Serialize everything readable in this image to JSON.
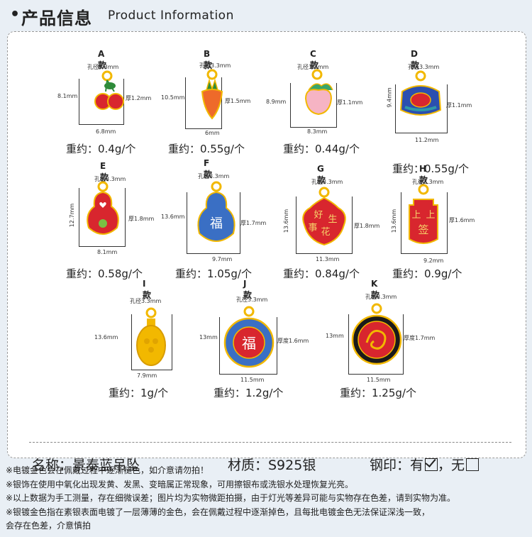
{
  "header": {
    "bullet": "•",
    "title_cn": "产品信息",
    "title_en": "Product Information"
  },
  "items": [
    {
      "code": "A款",
      "hole": "孔径3.3mm",
      "height": "8.1mm",
      "width": "6.8mm",
      "thickness": "厚1.2mm",
      "weight": "重约：0.4g/个"
    },
    {
      "code": "B款",
      "hole": "孔径3.3mm",
      "height": "10.5mm",
      "width": "6mm",
      "thickness": "厚1.5mm",
      "weight": "重约：0.55g/个"
    },
    {
      "code": "C款",
      "hole": "孔径3.3mm",
      "height": "8.9mm",
      "width": "8.3mm",
      "thickness": "厚1.1mm",
      "weight": "重约：0.44g/个"
    },
    {
      "code": "D款",
      "hole": "孔径3.3mm",
      "height": "9.4mm",
      "width": "11.2mm",
      "thickness": "厚1.1mm",
      "weight": "重约：0.55g/个"
    },
    {
      "code": "E款",
      "hole": "孔径3.3mm",
      "height": "12.7mm",
      "width": "8.1mm",
      "thickness": "厚1.8mm",
      "weight": "重约：0.58g/个"
    },
    {
      "code": "F款",
      "hole": "孔径3.3mm",
      "height": "13.6mm",
      "width": "9.7mm",
      "thickness": "厚1.7mm",
      "weight": "重约：1.05g/个"
    },
    {
      "code": "G款",
      "hole": "孔径3.3mm",
      "height": "13.6mm",
      "width": "11.3mm",
      "thickness": "厚1.8mm",
      "weight": "重约：0.84g/个"
    },
    {
      "code": "H款",
      "hole": "孔径3.3mm",
      "height": "13.6mm",
      "width": "9.2mm",
      "thickness": "厚1.6mm",
      "weight": "重约：0.9g/个"
    },
    {
      "code": "I款",
      "hole": "孔径3.3mm",
      "height": "13.6mm",
      "width": "7.9mm",
      "thickness": "",
      "weight": "重约：1g/个"
    },
    {
      "code": "J款",
      "hole": "孔径3.3mm",
      "height": "13mm",
      "width": "11.5mm",
      "thickness": "厚度1.6mm",
      "weight": "重约：1.2g/个"
    },
    {
      "code": "K款",
      "hole": "孔径3.3mm",
      "height": "13mm",
      "width": "11.5mm",
      "thickness": "厚度1.7mm",
      "weight": "重约：1.25g/个"
    }
  ],
  "pendant_text": {
    "f": "福",
    "g_chars": [
      "好",
      "事",
      "生",
      "花"
    ],
    "h_chars": [
      "上",
      "上",
      "签"
    ],
    "j": "福"
  },
  "summary": {
    "name": "名称：景泰蓝吊坠",
    "material": "材质：S925银",
    "stamp_label": "钢印：有",
    "stamp_sep": "，无"
  },
  "notes": [
    "※电镀金色会在佩戴过程中逐渐褪色，如介意请勿拍！",
    "※银饰在使用中氧化出现发黄、发黑、变暗属正常现象，可用擦银布或洗银水处理恢复光亮。",
    "※以上数据为手工测量，存在细微误差；图片均为实物微距拍摄，由于灯光等差异可能与实物存在色差，请到实物为准。",
    "※银镀金色指在素银表面电镀了一层薄薄的金色，会在佩戴过程中逐渐掉色，且每批电镀金色无法保证深浅一致，",
    "会存在色差，介意慎拍"
  ],
  "colors": {
    "gold": "#f2b800",
    "red": "#d8262e",
    "blue": "#3a6fc4",
    "teal": "#2f9aa6",
    "bg": "#e9eff5"
  }
}
